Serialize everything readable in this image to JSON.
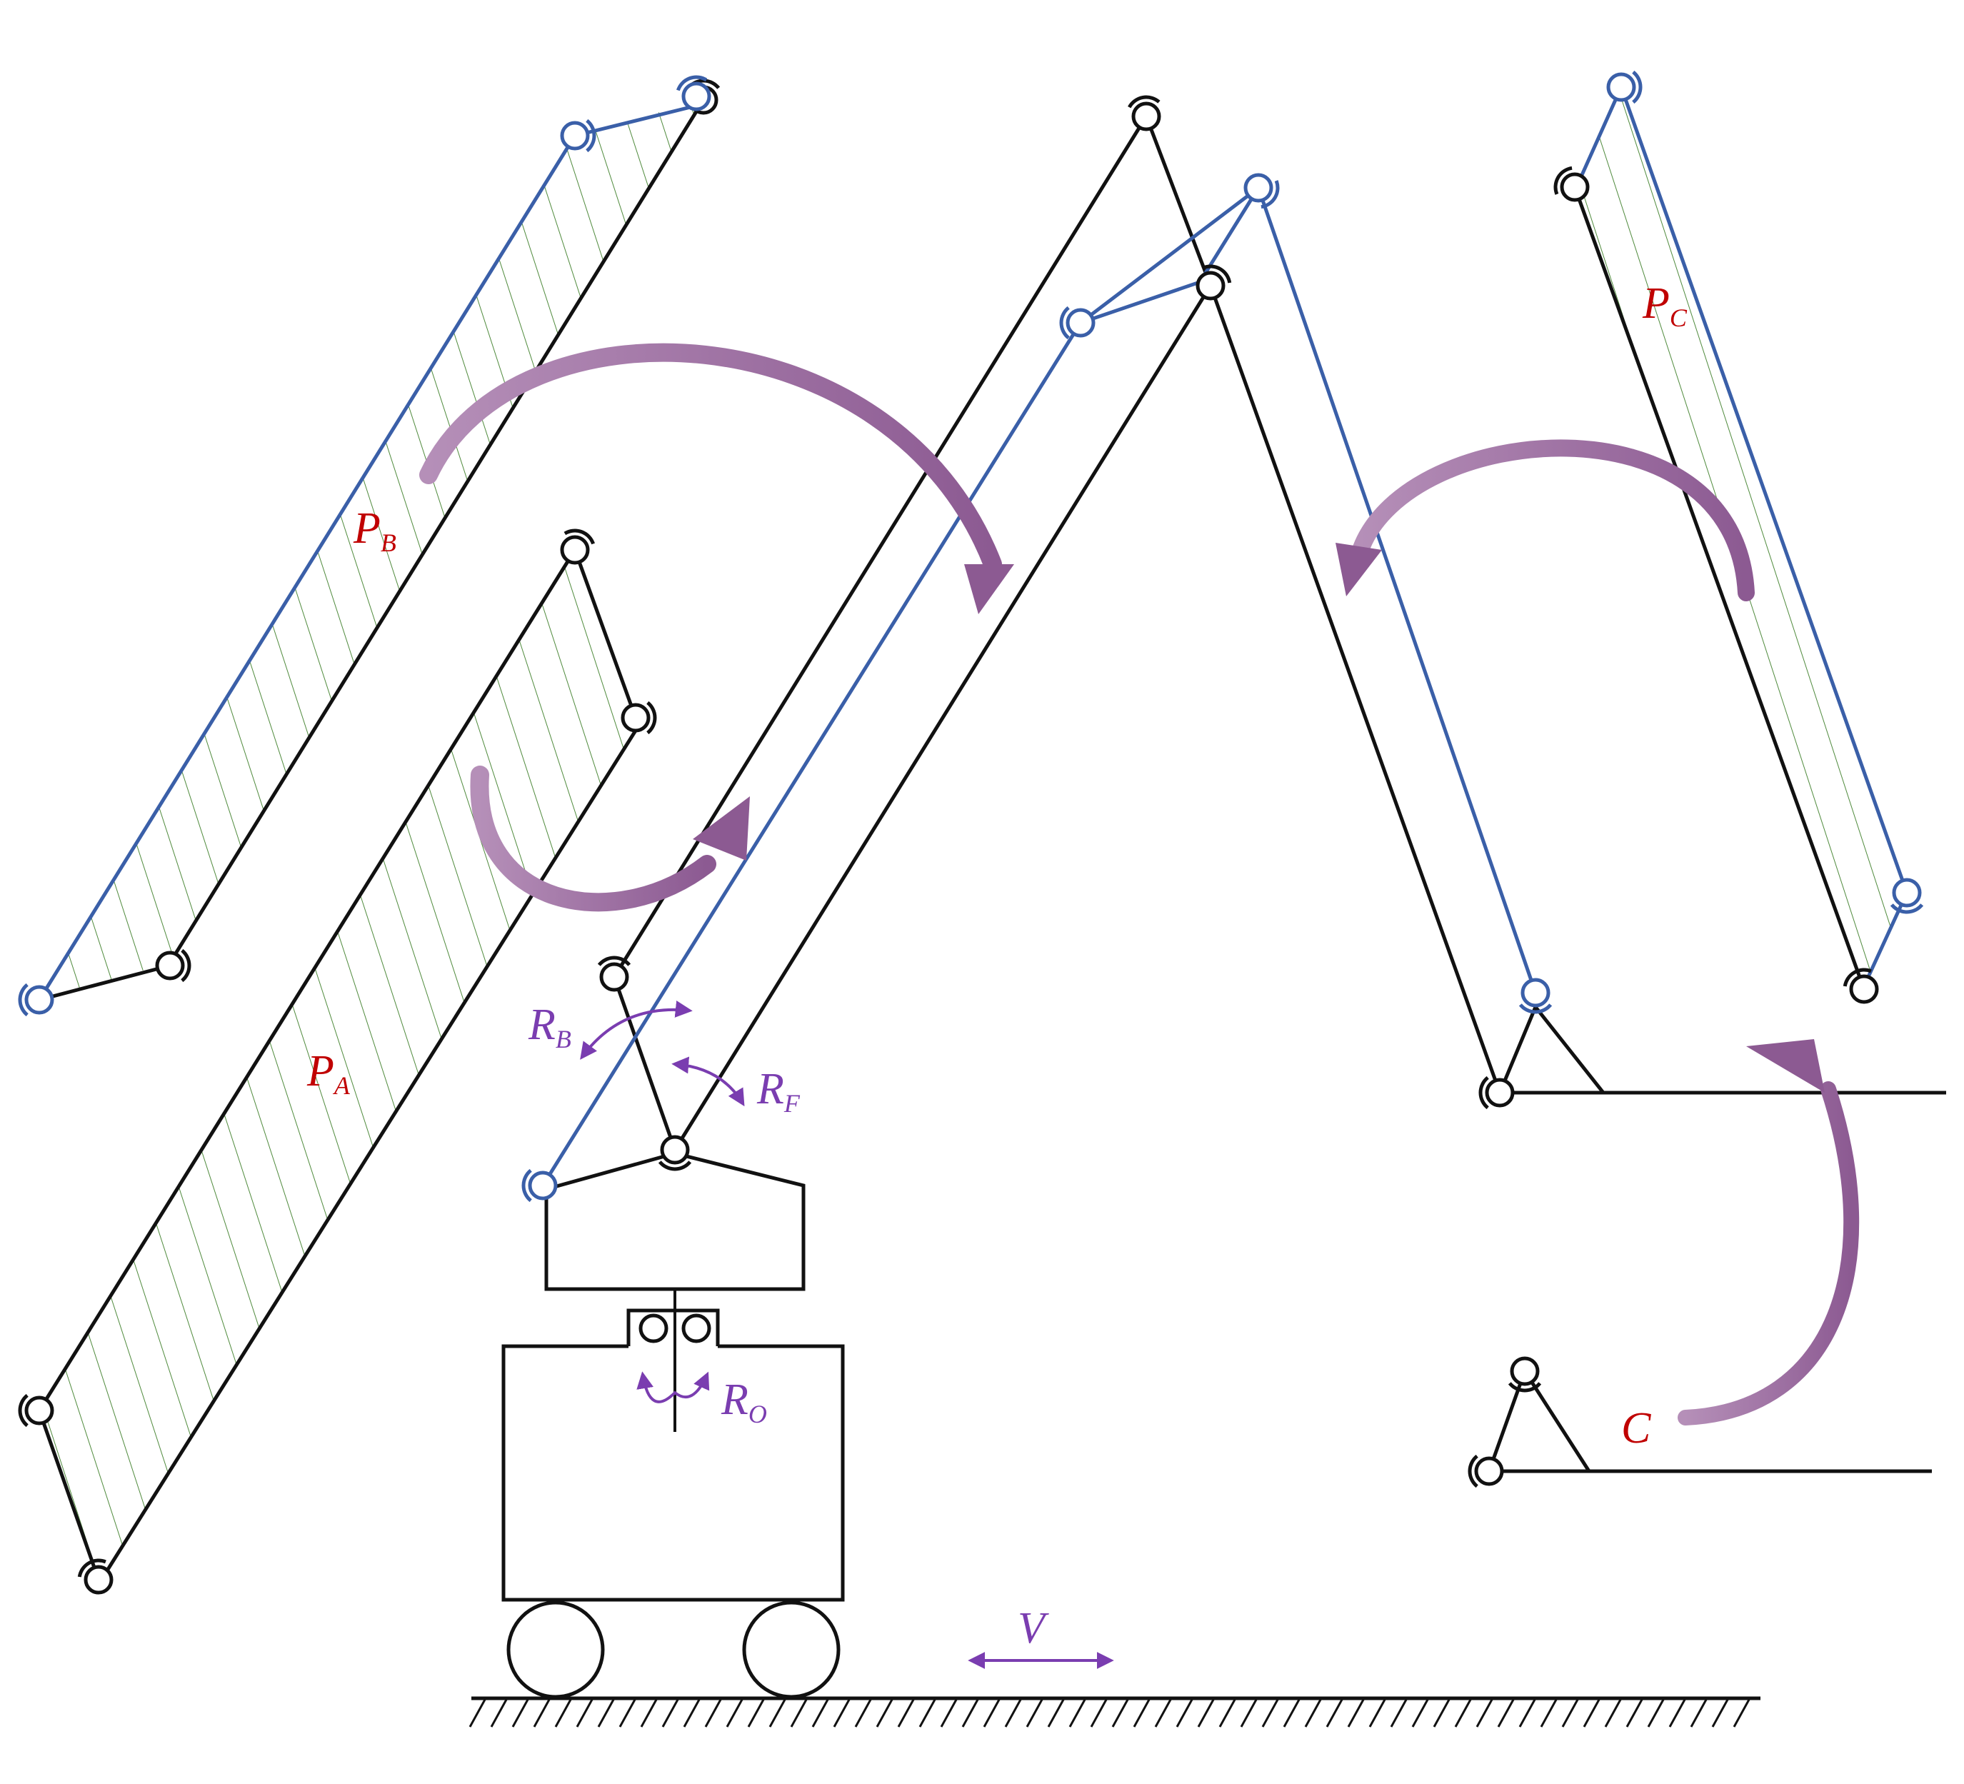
{
  "colors": {
    "black_link": "#111111",
    "blue_link": "#3a5fa8",
    "hatch": "#4f8a3c",
    "arrow": "#9a6a9e",
    "dof_arrow": "#7a3db0",
    "label_red": "#c00000",
    "label_purple": "#7a3db0"
  },
  "labels": {
    "PA": {
      "main": "P",
      "sub": "A"
    },
    "PB": {
      "main": "P",
      "sub": "B"
    },
    "PC": {
      "main": "P",
      "sub": "C"
    },
    "RB": {
      "main": "R",
      "sub": "B"
    },
    "RF": {
      "main": "R",
      "sub": "F"
    },
    "RO": {
      "main": "R",
      "sub": "O"
    },
    "C": "C",
    "V": "V"
  }
}
